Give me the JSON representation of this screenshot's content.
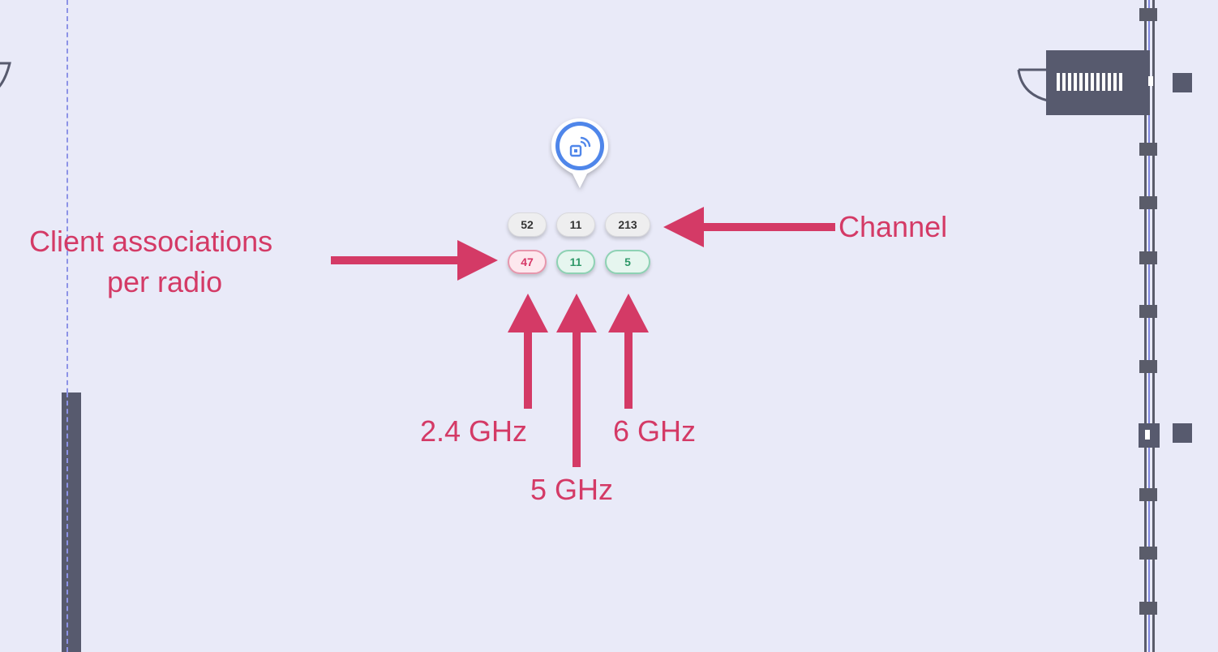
{
  "floorplan": {
    "background_color": "#e9eaf8",
    "wall_color": "#575a6e",
    "boundary_color": "#8d93e6"
  },
  "access_point": {
    "icon": "wireless-access-point-icon",
    "marker_color": "#4f86ea",
    "channels": {
      "ghz_2_4": "52",
      "ghz_5": "11",
      "ghz_6": "213"
    },
    "clients": {
      "ghz_2_4": "47",
      "ghz_5": "11",
      "ghz_6": "5"
    },
    "status_colors": {
      "high": "#d73767",
      "ok": "#2e9868"
    }
  },
  "annotations": {
    "color": "#d43a66",
    "client_associations_line1": "Client associations",
    "client_associations_line2": "per radio",
    "channel": "Channel",
    "band_2_4": "2.4 GHz",
    "band_5": "5 GHz",
    "band_6": "6 GHz"
  }
}
